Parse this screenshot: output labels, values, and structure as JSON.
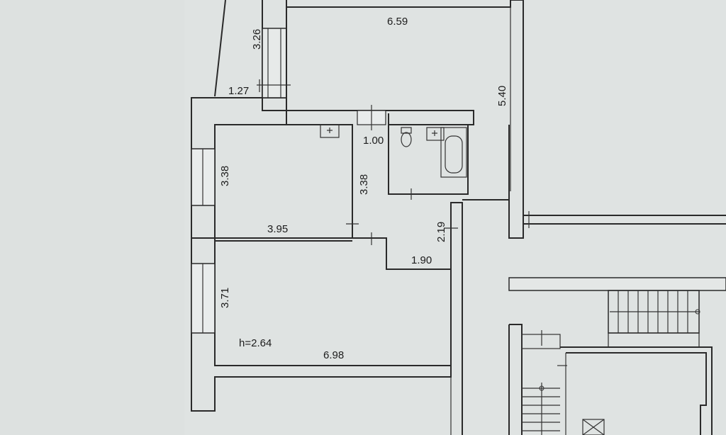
{
  "plan": {
    "dimensions": {
      "top_room_width": "6.59",
      "balcony_height": "3.26",
      "balcony_width": "1.27",
      "top_room_height": "5.40",
      "corridor_width": "1.00",
      "room_left_height": "3.38",
      "corridor_height": "3.38",
      "room_left_width": "3.95",
      "hall_height": "2.19",
      "hall_width": "1.90",
      "room_bottom_height": "3.71",
      "ceiling_height": "h=2.64",
      "room_bottom_width": "6.98"
    }
  }
}
